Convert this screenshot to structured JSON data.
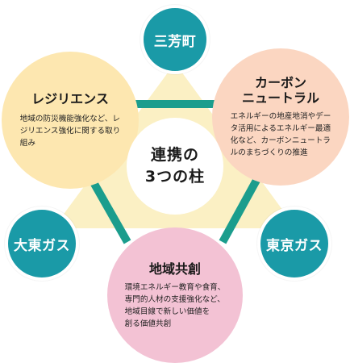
{
  "colors": {
    "teal": "#1a9aa7",
    "triangle": "#fbf0c4",
    "link": "#1b9d8d",
    "resilience": "#fde7b0",
    "carbon": "#fbd6c1",
    "community": "#f3c2d4"
  },
  "partners": {
    "top": "三芳町",
    "left": "大東ガス",
    "right": "東京ガス"
  },
  "center": {
    "title": "連携の\n3つの柱"
  },
  "pillars": {
    "resilience": {
      "title": "レジリエンス",
      "body": "地域の防災機能強化など、レ\nジリエンス強化に関する取り\n組み"
    },
    "carbon": {
      "title": "カーボン\nニュートラル",
      "body": "エネルギーの地産地消やデー\nタ活用によるエネルギー最適\n化など、カーボンニュートラ\nルのまちづくりの推進"
    },
    "community": {
      "title": "地域共創",
      "body": "環境エネルギー教育や食育、\n専門的人材の支援強化など、\n地域目線で新しい価値を\n創る価値共創"
    }
  }
}
